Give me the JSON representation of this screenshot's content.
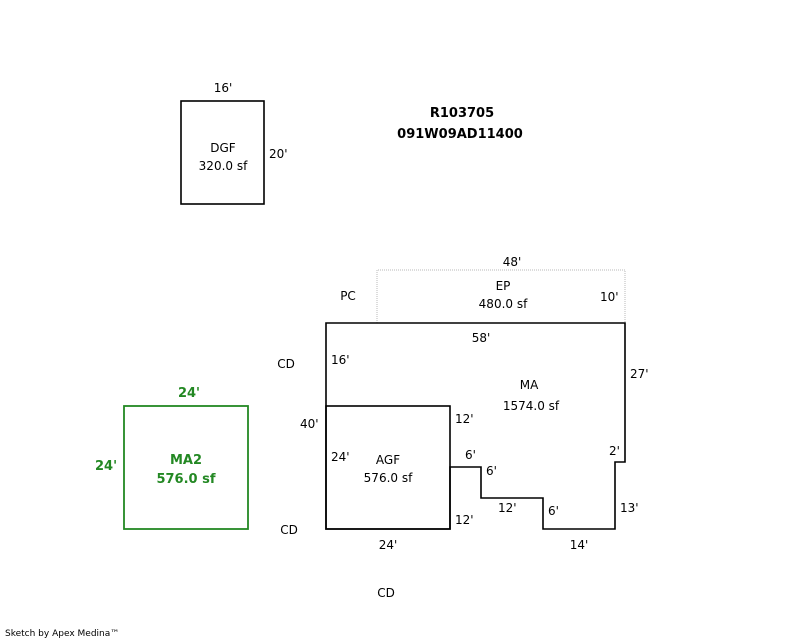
{
  "header": {
    "account": "R103705",
    "parcel": "091W09AD11400"
  },
  "areas": {
    "dgf": {
      "code": "DGF",
      "area": "320.0 sf",
      "dim_top": "16'",
      "dim_side": "20'"
    },
    "ep": {
      "code": "EP",
      "area": "480.0 sf",
      "dim_top": "48'",
      "dim_side": "10'"
    },
    "ma": {
      "code": "MA",
      "area": "1574.0 sf",
      "dims": {
        "top": "58'",
        "left_upper": "16'",
        "left_total": "40'",
        "right": "27'",
        "agf_right_upper": "12'",
        "step_up": "6'",
        "step_across": "6'",
        "bottom_mid": "12'",
        "step_down": "6'",
        "bottom_right": "14'",
        "notch": "2'",
        "right_lower": "13'"
      }
    },
    "agf": {
      "code": "AGF",
      "area": "576.0 sf",
      "dim_left": "24'",
      "dim_right_lower": "12'",
      "dim_bottom": "24'"
    },
    "ma2": {
      "code": "MA2",
      "area": "576.0 sf",
      "dim_top": "24'",
      "dim_side": "24'"
    }
  },
  "labels": {
    "pc": "PC",
    "cd_upper": "CD",
    "cd_lower": "CD",
    "cd_bottom": "CD"
  },
  "colors": {
    "line": "#000000",
    "ep_line": "#b8b8b8",
    "ma2_green": "#238823"
  },
  "footer": "Sketch by Apex Medina™"
}
